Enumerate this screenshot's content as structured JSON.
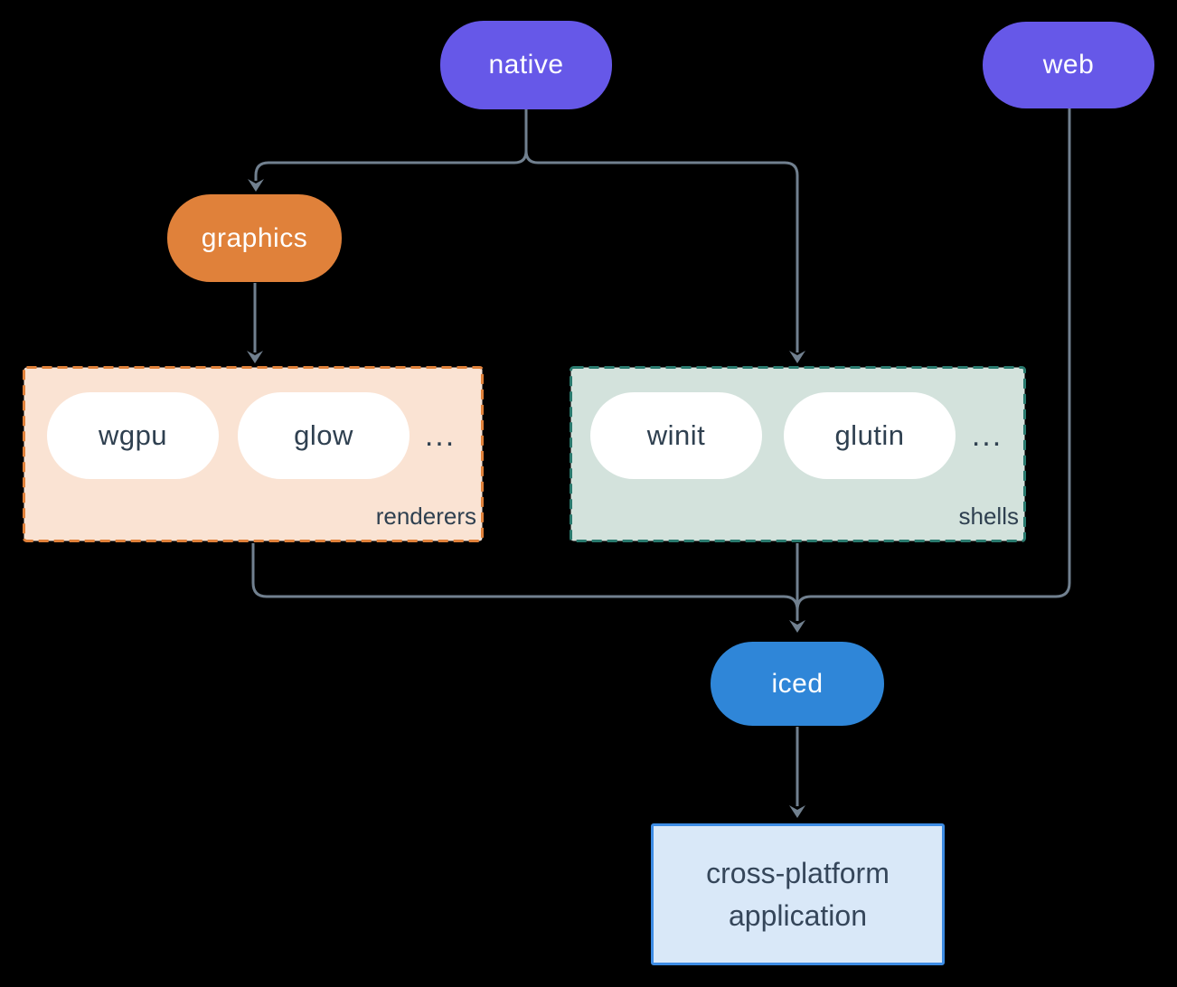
{
  "nodes": {
    "native": {
      "label": "native",
      "color": "#6658e8"
    },
    "web": {
      "label": "web",
      "color": "#6658e8"
    },
    "graphics": {
      "label": "graphics",
      "color": "#e0813a"
    },
    "wgpu": {
      "label": "wgpu"
    },
    "glow": {
      "label": "glow"
    },
    "winit": {
      "label": "winit"
    },
    "glutin": {
      "label": "glutin"
    },
    "iced": {
      "label": "iced",
      "color": "#2f86d8"
    },
    "app": {
      "line1": "cross-platform",
      "line2": "application",
      "fill": "#d9e8f8",
      "border": "#3d8ce4"
    }
  },
  "groups": {
    "renderers": {
      "label": "renderers",
      "ellipsis": "...",
      "fill": "#fae3d3",
      "border": "#e0813a"
    },
    "shells": {
      "label": "shells",
      "ellipsis": "...",
      "fill": "#d3e2dc",
      "border": "#2a7a6e"
    }
  },
  "edges": [
    {
      "from": "native",
      "to": "graphics"
    },
    {
      "from": "native",
      "to": "shells"
    },
    {
      "from": "graphics",
      "to": "renderers"
    },
    {
      "from": "renderers",
      "to": "iced"
    },
    {
      "from": "shells",
      "to": "iced"
    },
    {
      "from": "web",
      "to": "iced"
    },
    {
      "from": "iced",
      "to": "app"
    }
  ],
  "colors": {
    "background": "#000000",
    "line": "#71808f",
    "ink": "#2f4050",
    "white_pill": "#ffffff"
  }
}
